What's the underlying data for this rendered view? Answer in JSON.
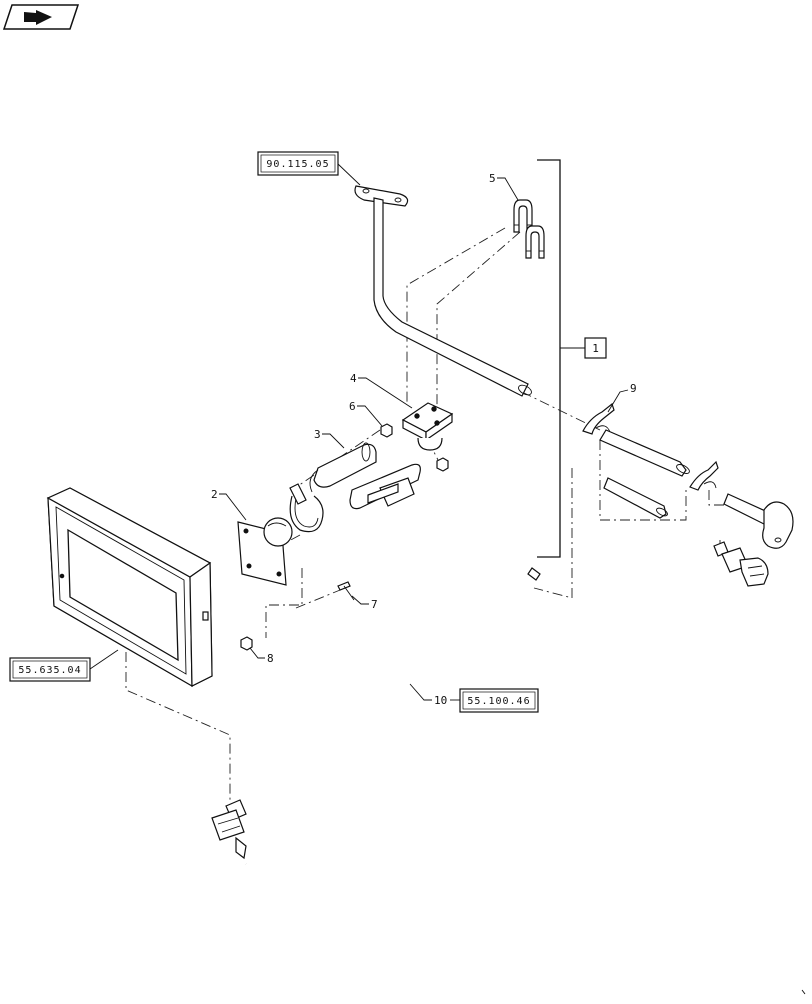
{
  "references": {
    "top_ref": "90.115.05",
    "display_ref": "55.635.04",
    "harness_ref": "55.100.46",
    "kit_item": "1"
  },
  "callouts": [
    "2",
    "3",
    "4",
    "5",
    "6",
    "7",
    "8",
    "9",
    "10"
  ],
  "icons": {
    "corner": "arrow-icon"
  }
}
